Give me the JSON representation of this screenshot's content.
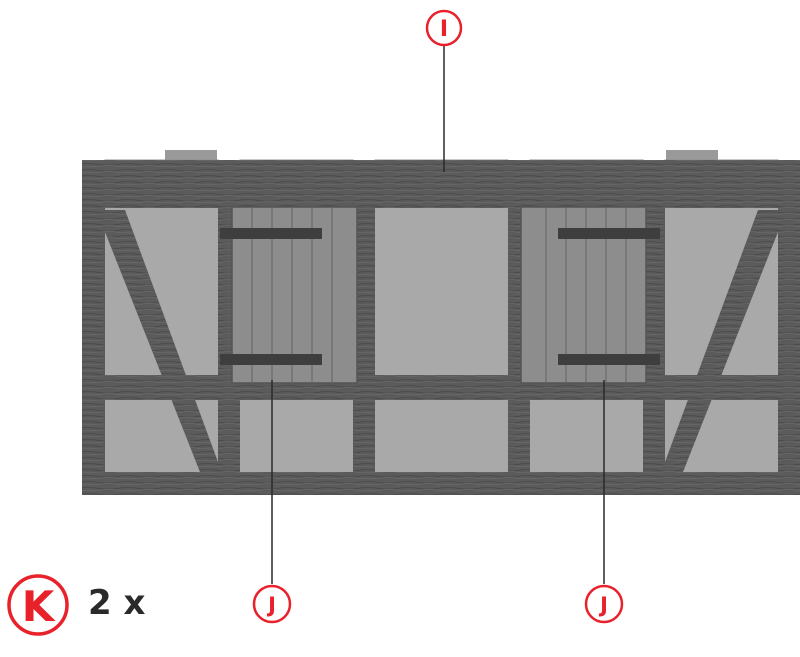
{
  "callouts": {
    "top": "I",
    "left_shutter": "J",
    "right_shutter": "J",
    "part": "K"
  },
  "quantity_label": "2 x",
  "colors": {
    "accent": "#e8212b",
    "timber": "#5b5b5b",
    "infill": "#a9a9a9",
    "shutter": "#8a8a8a",
    "hinge": "#3e3e3e",
    "roof_strip": "#bdbdbd"
  }
}
